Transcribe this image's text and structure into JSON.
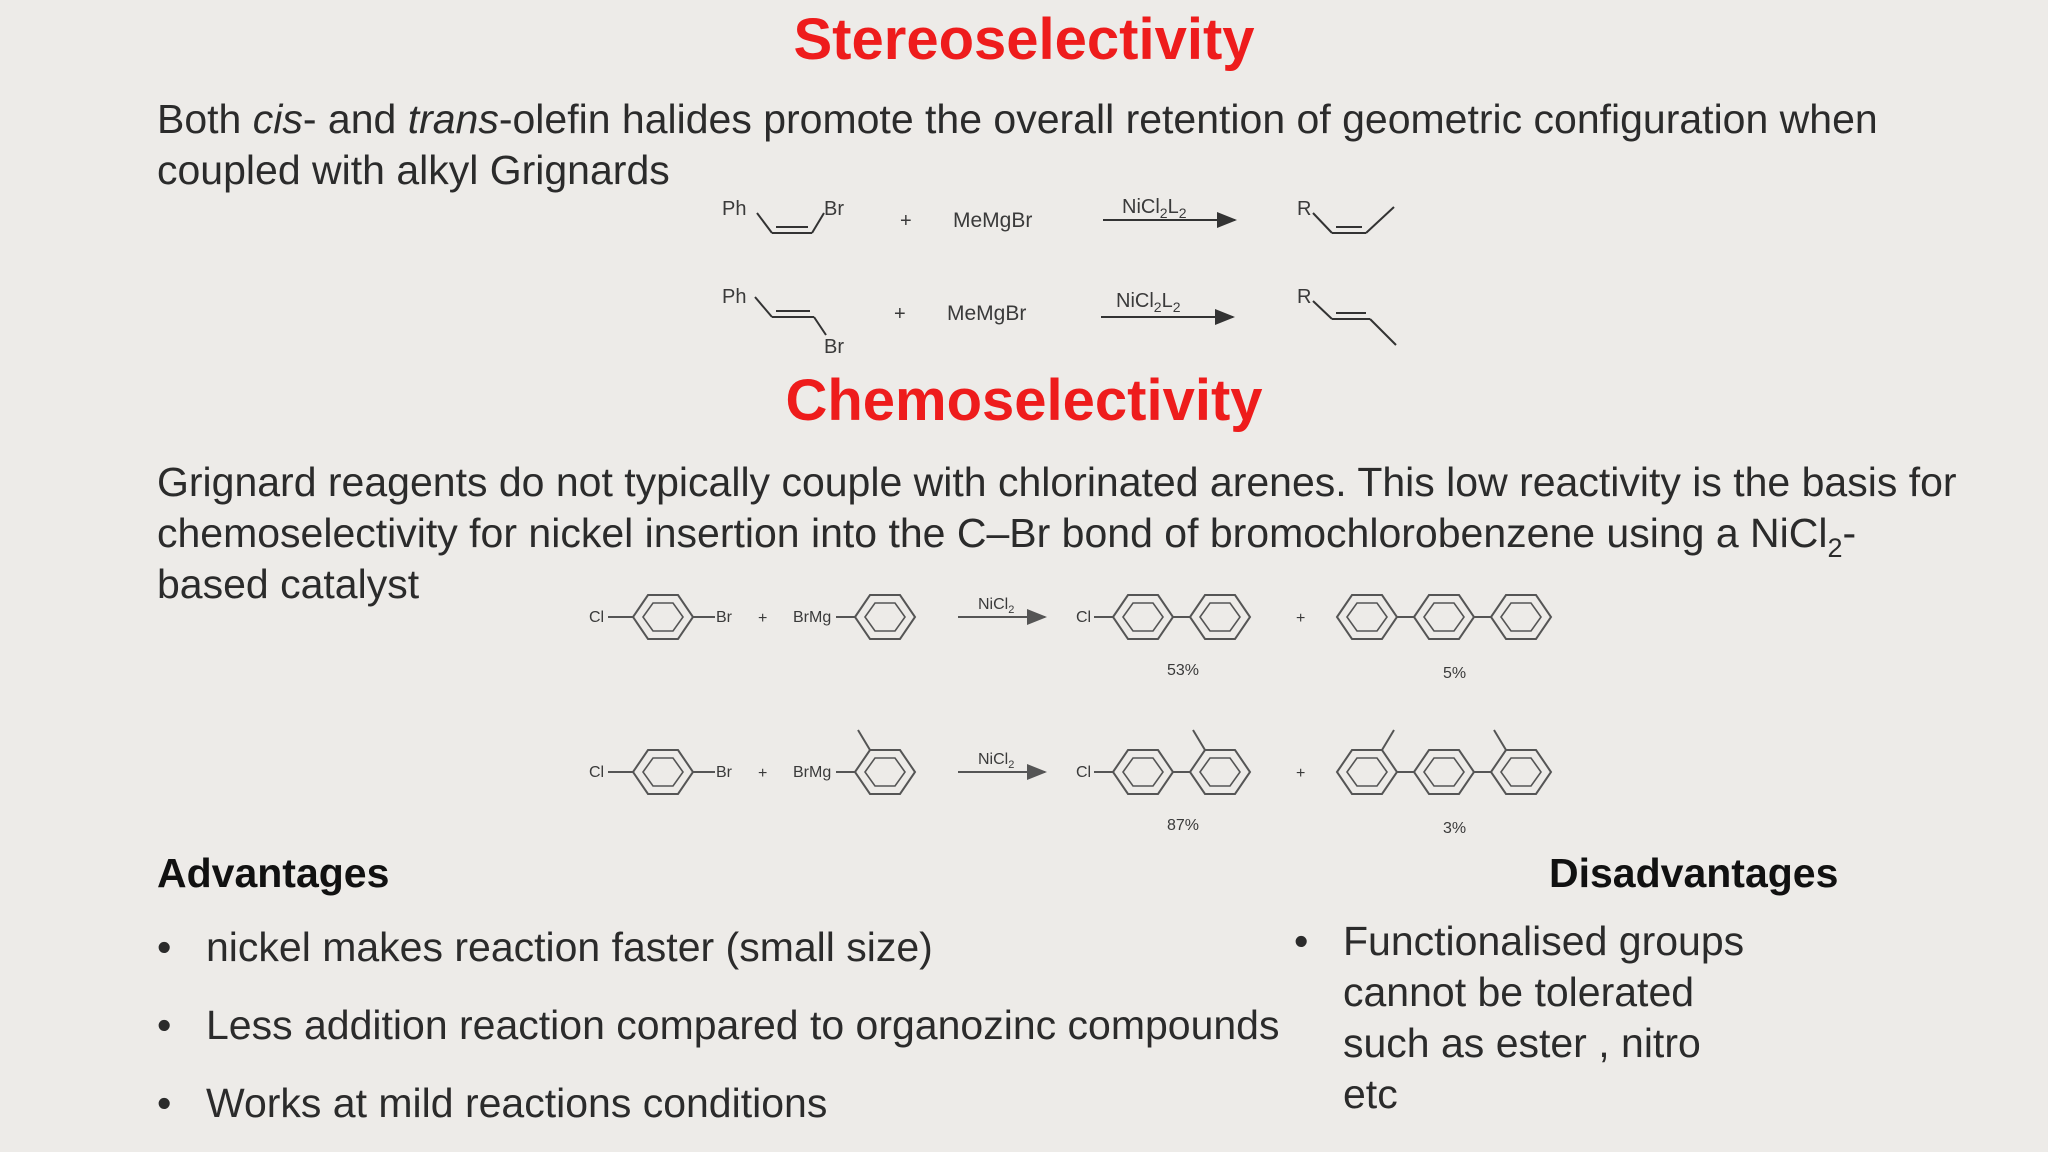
{
  "stereo": {
    "title": "Stereoselectivity",
    "text_1": "Both ",
    "cis": "cis",
    "text_2": "- and ",
    "trans": "trans",
    "text_3": "-olefin halides promote the overall retention of geometric configuration when coupled with alkyl Grignards",
    "scheme": {
      "ph": "Ph",
      "br": "Br",
      "plus": "+",
      "reagent": "MeMgBr",
      "catalyst_main": "NiCl",
      "catalyst_sub1": "2",
      "catalyst_l": "L",
      "catalyst_sub2": "2",
      "product_r": "R"
    }
  },
  "chemo": {
    "title": "Chemoselectivity",
    "text_1": "Grignard reagents do not typically couple with chlorinated arenes. This low reactivity is the basis for chemoselectivity for nickel insertion into the C–Br bond of bromochlorobenzene using a NiCl",
    "text_sub": "2",
    "text_2": "-based catalyst",
    "scheme": {
      "cl": "Cl",
      "br": "Br",
      "plus": "+",
      "brmg": "BrMg",
      "catalyst_main": "NiCl",
      "catalyst_sub": "2",
      "row1_yield_a": "53%",
      "row1_yield_b": "5%",
      "row2_yield_a": "87%",
      "row2_yield_b": "3%"
    }
  },
  "advantages": {
    "title": "Advantages",
    "items": [
      "nickel makes reaction faster (small size)",
      "Less addition reaction compared to organozinc compounds",
      "Works at mild reactions conditions"
    ]
  },
  "disadvantages": {
    "title": "Disadvantages",
    "items": [
      "Functionalised groups cannot be tolerated such as ester , nitro etc"
    ]
  }
}
